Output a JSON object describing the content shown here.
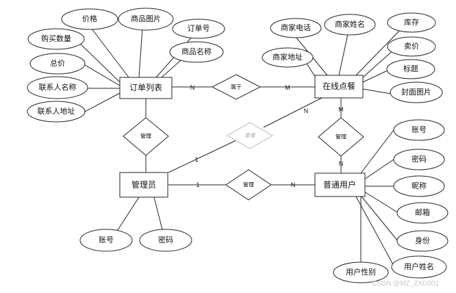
{
  "entities": {
    "order_list": "订单列表",
    "online_order": "在线点餐",
    "admin": "管理员",
    "normal_user": "普通用户"
  },
  "relationships": {
    "belongs_to": "属于",
    "manage_orders": "管理",
    "manage_meals": "管理",
    "manage_users": "管理",
    "view": "查看"
  },
  "attributes": {
    "order_price": "价格",
    "order_product_image": "商品图片",
    "order_number": "订单号",
    "order_quantity": "购买数量",
    "order_product_name": "商品名称",
    "order_total": "总价",
    "order_contact_name": "联系人名称",
    "order_contact_address": "联系人地址",
    "meal_merchant_phone": "商家电话",
    "meal_merchant_name": "商家姓名",
    "meal_stock": "库存",
    "meal_merchant_address": "商家地址",
    "meal_price": "卖价",
    "meal_title": "标题",
    "meal_cover_image": "封面图片",
    "user_account": "账号",
    "user_password": "密码",
    "user_nickname": "昵称",
    "user_email": "邮箱",
    "user_id_card": "身份",
    "user_gender": "用户性别",
    "user_name": "用户姓名",
    "admin_account": "账号",
    "admin_password": "密码"
  },
  "cardinalities": {
    "order_belongs": "N",
    "meal_belongs": "M",
    "meal_manage": "N",
    "admin_manage_meal": "1",
    "admin_manage_user": "1",
    "user_manage": "N",
    "meal_view": "M",
    "user_view": "N"
  },
  "watermark": "CSDN @MZ_ZXD001"
}
